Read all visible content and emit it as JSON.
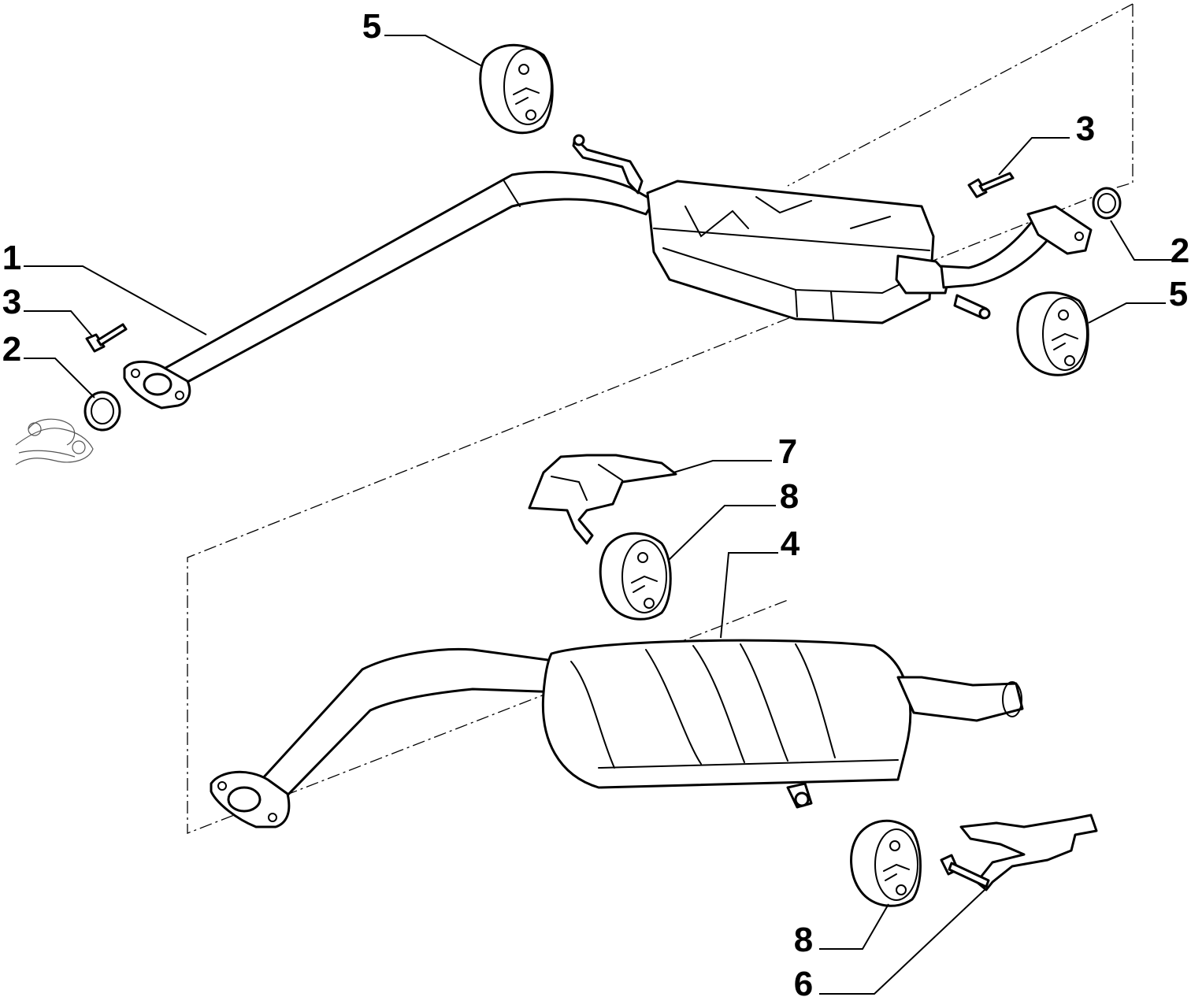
{
  "callouts": {
    "c1": "1",
    "c2a": "2",
    "c2b": "2",
    "c3a": "3",
    "c3b": "3",
    "c4": "4",
    "c5a": "5",
    "c5b": "5",
    "c6": "6",
    "c7": "7",
    "c8a": "8",
    "c8b": "8"
  },
  "colors": {
    "line": "#000000",
    "background": "#ffffff"
  }
}
